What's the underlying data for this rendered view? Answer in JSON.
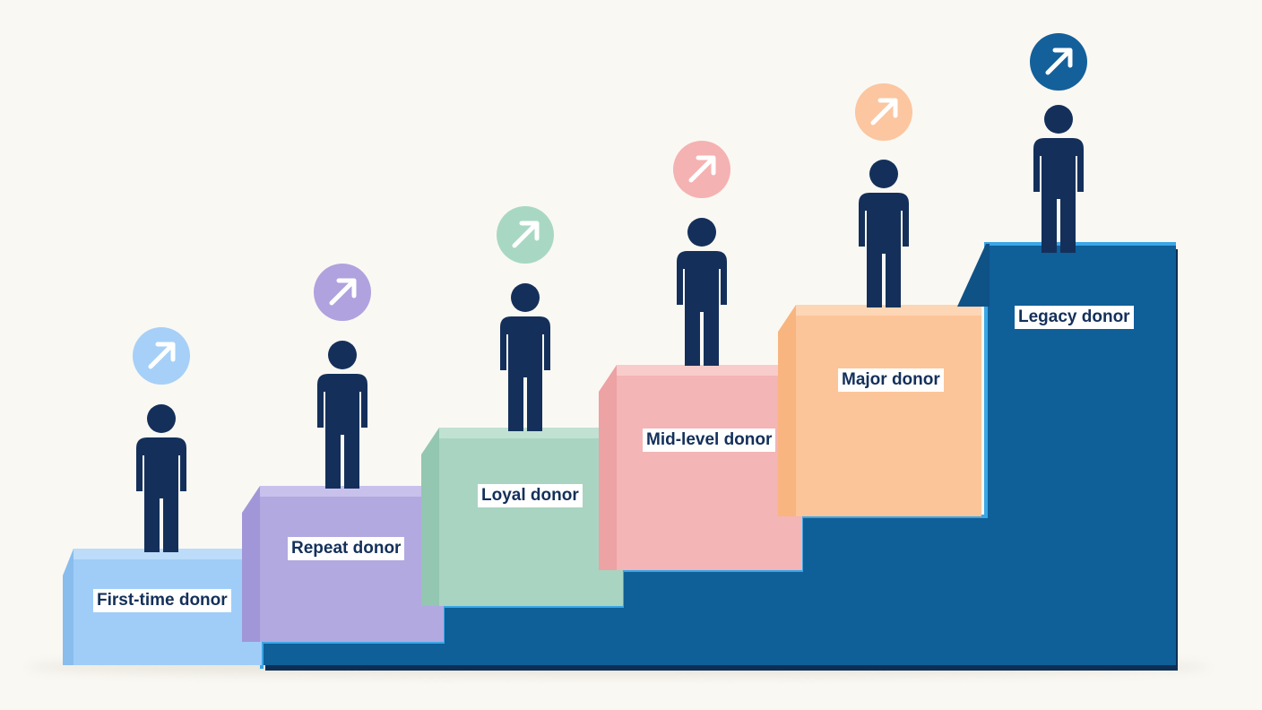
{
  "colors": {
    "background": "#faf8f3",
    "figure": "#14305a",
    "base_dark": "#0f5f99",
    "base_edge": "#3aa6e6",
    "base_outline": "#0e2f55",
    "label_text": "#14305a",
    "label_bg": "#ffffff",
    "arrow": "#ffffff"
  },
  "steps": [
    {
      "label": "First-time donor",
      "face": "#9fcdf8",
      "top": "#bcdcfa",
      "side": "#88bdee",
      "badge": "#a6d0f7",
      "icon": "up-right-arrow-icon"
    },
    {
      "label": "Repeat donor",
      "face": "#b2a9e1",
      "top": "#c8c1ec",
      "side": "#a197d8",
      "badge": "#b0a2de",
      "icon": "up-right-arrow-icon"
    },
    {
      "label": "Loyal donor",
      "face": "#a9d4c2",
      "top": "#c1e1d3",
      "side": "#93c7b1",
      "badge": "#a8d8c3",
      "icon": "up-right-arrow-icon"
    },
    {
      "label": "Mid-level donor",
      "face": "#f3b5b5",
      "top": "#f8cccb",
      "side": "#eda2a3",
      "badge": "#f5b2b2",
      "icon": "up-right-arrow-icon"
    },
    {
      "label": "Major donor",
      "face": "#fcc599",
      "top": "#fdd6b5",
      "side": "#f8b580",
      "badge": "#fbc6a0",
      "icon": "up-right-arrow-icon"
    },
    {
      "label": "Legacy donor",
      "face": "#115f99",
      "top": "#3aa6e6",
      "side": "#0f5286",
      "badge": "#14609b",
      "icon": "up-right-arrow-icon"
    }
  ]
}
